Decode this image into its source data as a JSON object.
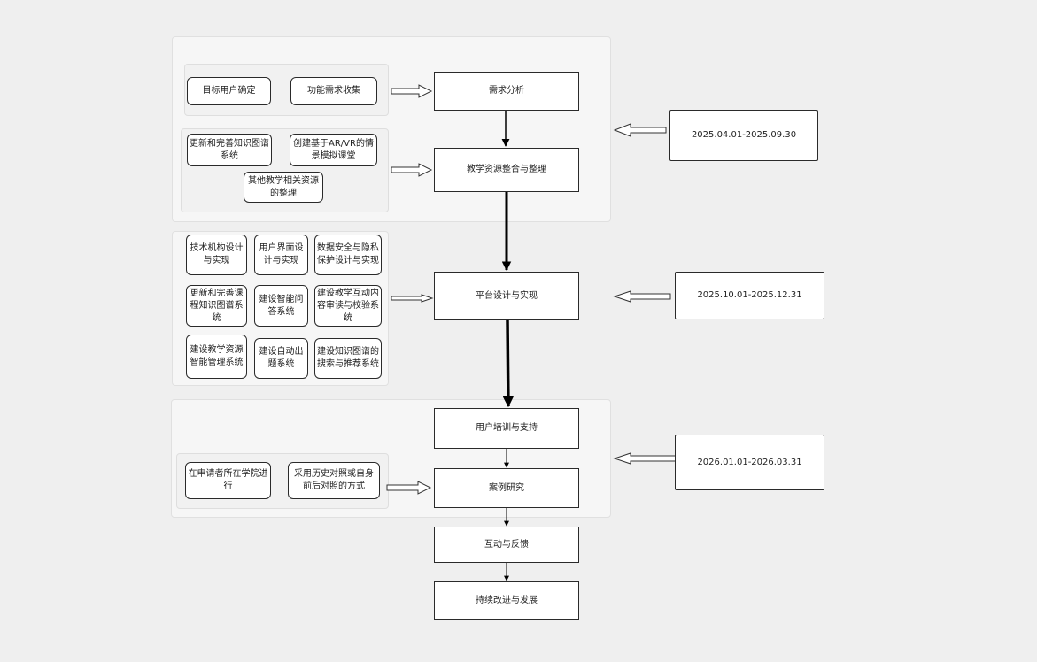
{
  "colors": {
    "background": "#efefef",
    "panel": "#f6f6f6",
    "subgroup": "#f1f1f1",
    "node_border": "#2a2a2a",
    "node_fill": "#ffffff",
    "arrow": "#000000"
  },
  "main_steps": {
    "requirements": "需求分析",
    "resources": "教学资源整合与整理",
    "platform": "平台设计与实现",
    "training": "用户培训与支持",
    "case_study": "案例研究",
    "interaction": "互动与反馈",
    "improvement": "持续改进与发展"
  },
  "date_ranges": {
    "phase1": "2025.04.01-2025.09.30",
    "phase2": "2025.10.01-2025.12.31",
    "phase3": "2026.01.01-2026.03.31"
  },
  "requirements_tasks": {
    "target_users": "目标用户确定",
    "collect_needs": "功能需求收集"
  },
  "resource_tasks": {
    "kg_update": "更新和完善知识图谱系统",
    "ar_vr": "创建基于AR/VR的情景模拟课堂",
    "other": "其他教学相关资源的整理"
  },
  "platform_tasks": {
    "architecture": "技术机构设计与实现",
    "ui": "用户界面设计与实现",
    "security": "数据安全与隐私保护设计与实现",
    "course_kg": "更新和完善课程知识图谱系统",
    "qa": "建设智能问答系统",
    "review": "建设教学互动内容审读与校验系统",
    "resource_mgmt": "建设教学资源智能管理系统",
    "auto_quiz": "建设自动出题系统",
    "kg_search": "建设知识图谱的搜索与推荐系统"
  },
  "case_tasks": {
    "college": "在申请者所在学院进行",
    "comparison": "采用历史对照或自身前后对照的方式"
  }
}
